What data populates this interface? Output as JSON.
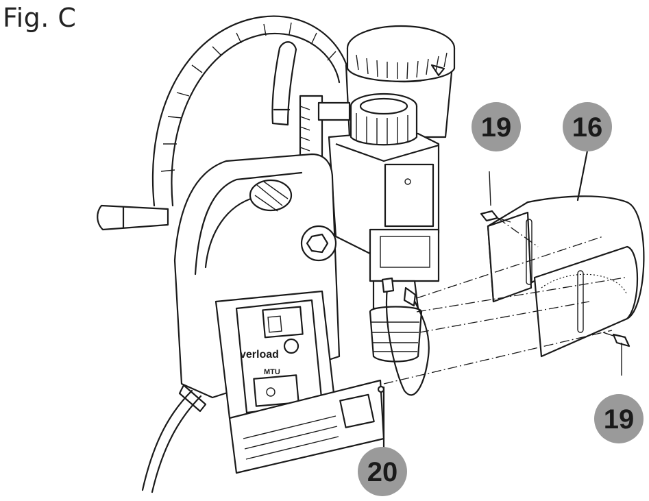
{
  "figure": {
    "title": "Fig. C",
    "label_on_panel": "verload",
    "model_mark": "MTU"
  },
  "callouts": [
    {
      "id": "callout-19-top",
      "label": "19",
      "color": "#9a9a9a"
    },
    {
      "id": "callout-16",
      "label": "16",
      "color": "#9a9a9a"
    },
    {
      "id": "callout-19-bottom",
      "label": "19",
      "color": "#9a9a9a"
    },
    {
      "id": "callout-20",
      "label": "20",
      "color": "#9a9a9a"
    }
  ]
}
